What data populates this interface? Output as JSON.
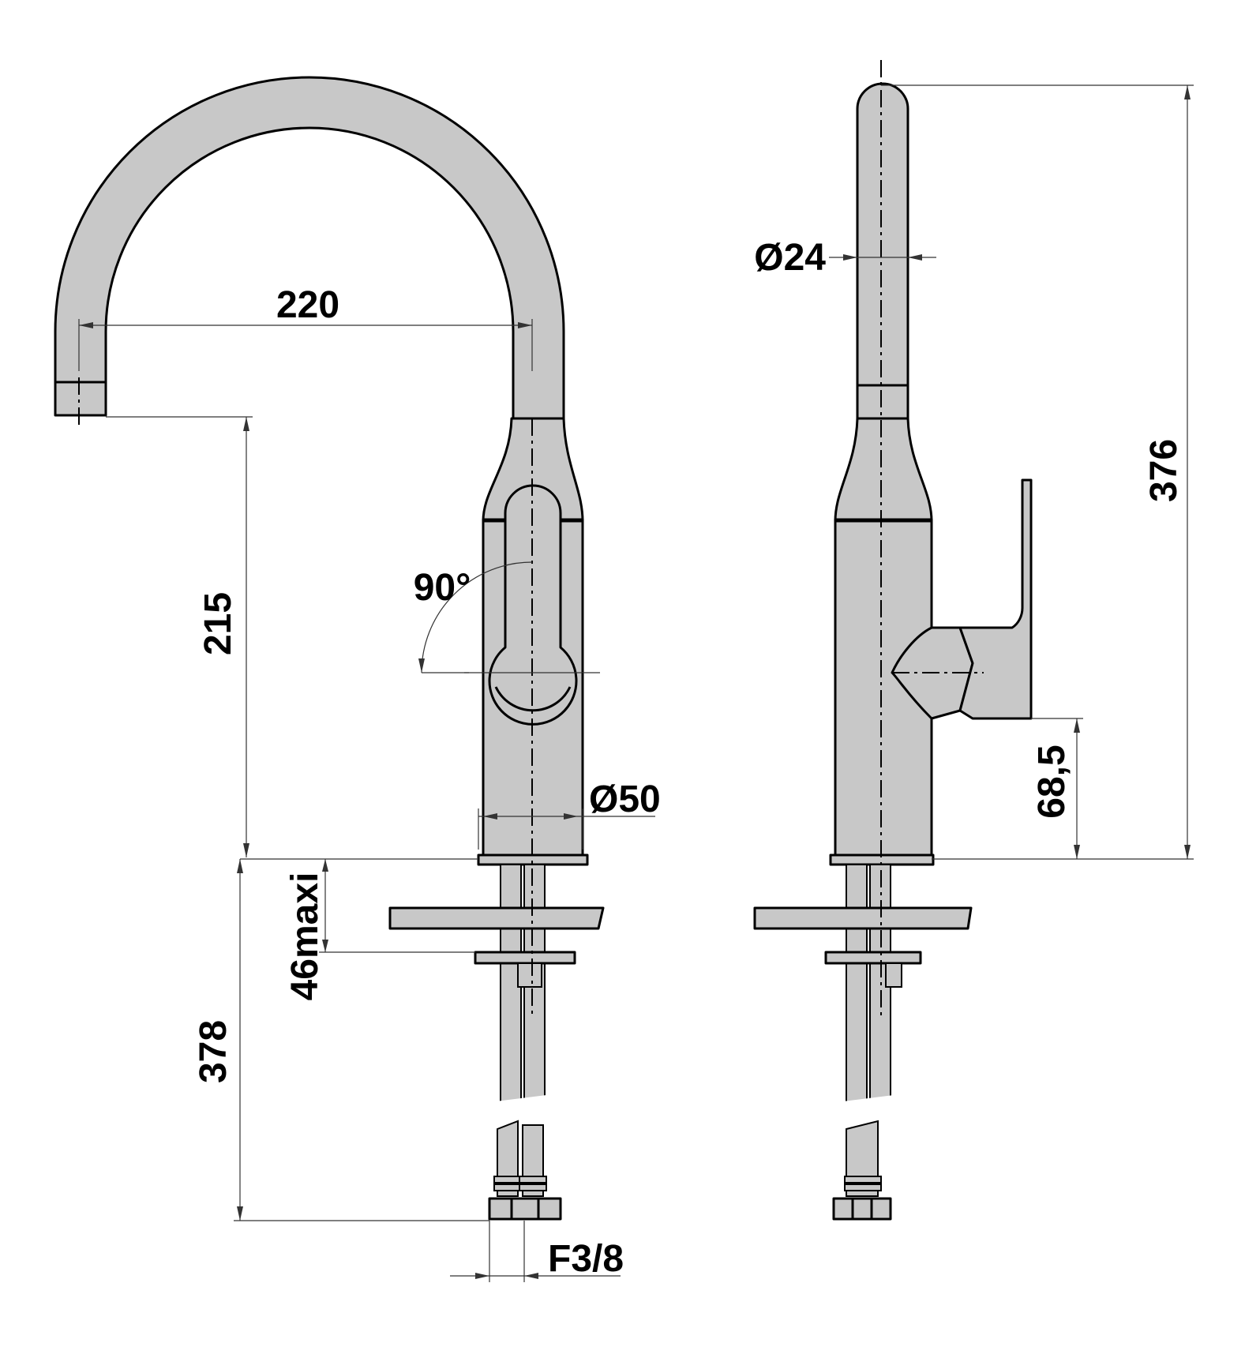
{
  "dimensions": {
    "spout_reach": "220",
    "spout_height": "215",
    "spout_diameter": "Ø24",
    "body_diameter": "Ø50",
    "handle_rotation": "90°",
    "total_height": "376",
    "handle_height": "68,5",
    "max_deck_thickness": "46maxi",
    "hose_length": "378",
    "connection_thread": "F3/8"
  },
  "colors": {
    "body_fill": "#c8c8c8",
    "outline": "#000000",
    "background": "#ffffff"
  }
}
